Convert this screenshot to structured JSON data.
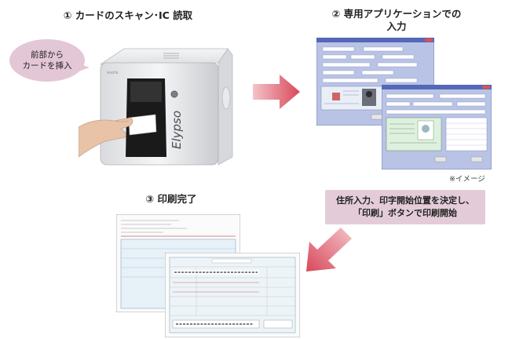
{
  "steps": [
    {
      "title": "① カードのスキャン･IC 読取"
    },
    {
      "title_line1": "② 専用アプリケーションでの",
      "title_line2": "入力"
    },
    {
      "title": "③ 印刷完了"
    }
  ],
  "bubble": {
    "line1": "前部から",
    "line2": "カードを挿入"
  },
  "printer": {
    "brand": "Elypso",
    "badge": "evolis"
  },
  "app_note": "※イメージ",
  "instruction": {
    "line1": "住所入力、印字開始位置を決定し、",
    "line2": "「印刷」ボタンで印刷開始"
  },
  "colors": {
    "arrow": "#d8485a",
    "bubble": "#e3c7d6",
    "instruction_box": "#e3ccd8",
    "app_window": "#b9c3e6"
  }
}
